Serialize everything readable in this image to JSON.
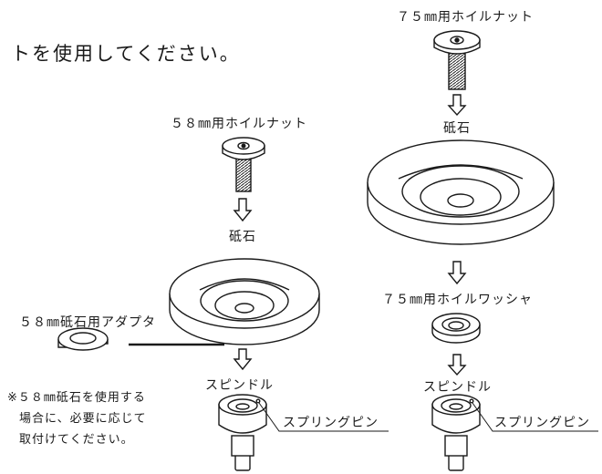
{
  "header_text": "トを使用してください。",
  "labels": {
    "nut_75": "７５㎜用ホイルナット",
    "wheel_right": "砥石",
    "nut_58": "５８㎜用ホイルナット",
    "wheel_left": "砥石",
    "adapter": "５８㎜砥石用アダプタ",
    "washer_75": "７５㎜用ホイルワッシャ",
    "spindle_left": "スピンドル",
    "spindle_right": "スピンドル",
    "pin_left": "スプリングピン",
    "pin_right": "スプリングピン"
  },
  "note": {
    "line1": "※５８㎜砥石を使用する",
    "line2": "場合に、必要に応じて",
    "line3": "取付けてください。"
  }
}
